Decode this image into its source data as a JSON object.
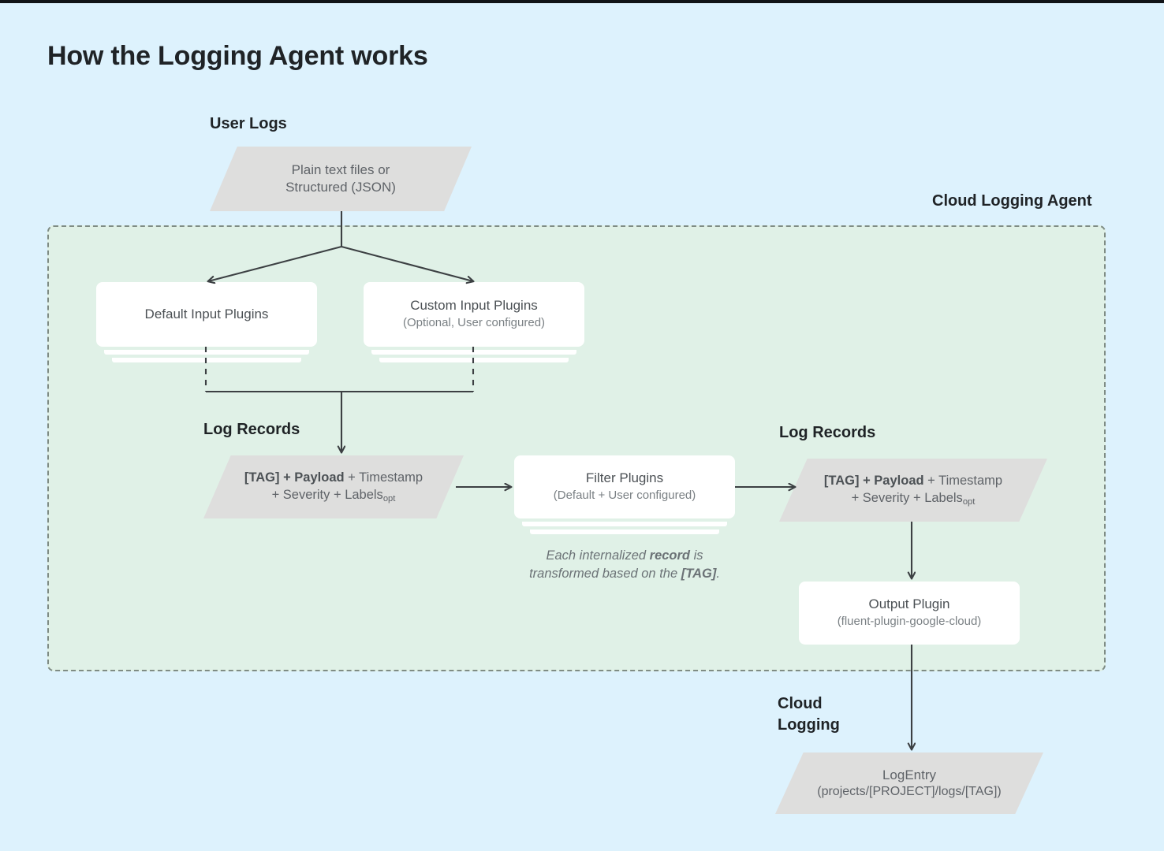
{
  "page": {
    "title": "How the Logging Agent works",
    "background_color": "#ddf2fd",
    "agent_region_color": "#e0f1e7",
    "parallelogram_color": "#dededd",
    "card_color": "#ffffff",
    "line_color": "#3c4043"
  },
  "labels": {
    "user_logs": "User Logs",
    "cloud_logging_agent": "Cloud Logging Agent",
    "log_records_left": "Log Records",
    "log_records_right": "Log Records",
    "cloud_logging_line1": "Cloud",
    "cloud_logging_line2": "Logging"
  },
  "nodes": {
    "user_logs_source": {
      "line1": "Plain text files or",
      "line2": "Structured (JSON)"
    },
    "default_input_plugins": {
      "title": "Default Input Plugins",
      "subtitle": ""
    },
    "custom_input_plugins": {
      "title": "Custom Input Plugins",
      "subtitle": "(Optional, User configured)"
    },
    "log_record_left": {
      "bold": "[TAG] + Payload",
      "rest1": " + Timestamp",
      "line2": "+ Severity + Labels",
      "subscript": "opt"
    },
    "filter_plugins": {
      "title": "Filter Plugins",
      "subtitle": "(Default + User configured)"
    },
    "log_record_right": {
      "bold": "[TAG] + Payload",
      "rest1": " + Timestamp",
      "line2": "+ Severity + Labels",
      "subscript": "opt"
    },
    "output_plugin": {
      "title": "Output Plugin",
      "subtitle": "(fluent-plugin-google-cloud)"
    },
    "log_entry": {
      "line1": "LogEntry",
      "line2": "(projects/[PROJECT]/logs/[TAG])"
    }
  },
  "notes": {
    "transform_note": {
      "line1_a": "Each internalized ",
      "line1_b": "record",
      "line1_c": " is",
      "line2_a": "transformed based on the ",
      "line2_b": "[TAG]",
      "line2_c": "."
    }
  }
}
